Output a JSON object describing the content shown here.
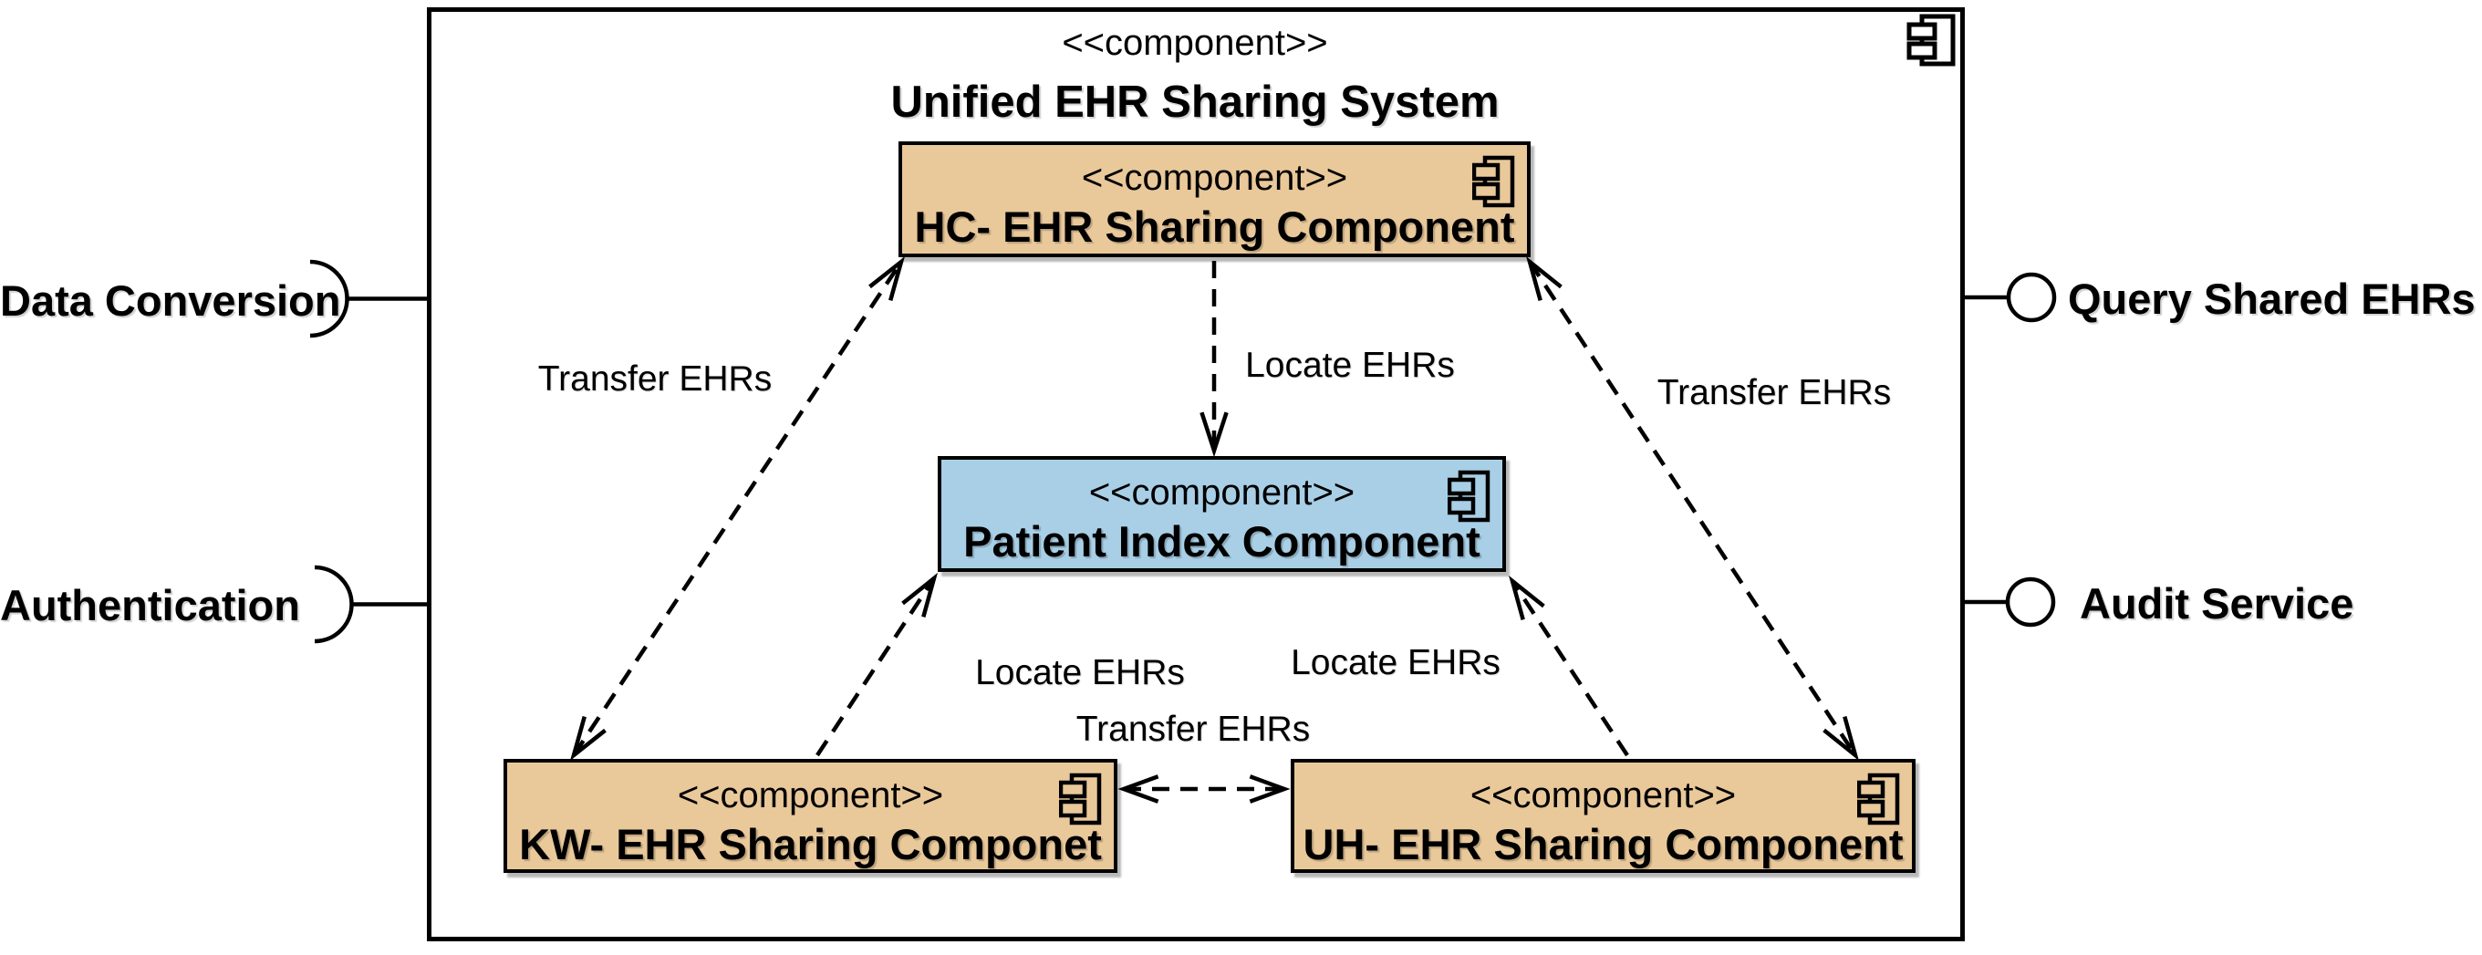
{
  "colors": {
    "component_fill": "#e9c89a",
    "index_fill": "#a8cfe6",
    "stroke": "#000000",
    "background": "#ffffff"
  },
  "system": {
    "stereotype": "<<component>>",
    "name": "Unified EHR Sharing System"
  },
  "components": {
    "hc": {
      "stereotype": "<<component>>",
      "name": "HC- EHR Sharing Component"
    },
    "patient_index": {
      "stereotype": "<<component>>",
      "name": "Patient Index Component"
    },
    "kw": {
      "stereotype": "<<component>>",
      "name": "KW- EHR Sharing Componet"
    },
    "uh": {
      "stereotype": "<<component>>",
      "name": "UH- EHR Sharing Component"
    }
  },
  "interfaces": {
    "data_conversion": {
      "label": "Data Conversion",
      "kind": "required-socket"
    },
    "authentication": {
      "label": "Authentication",
      "kind": "required-socket"
    },
    "query_shared_ehrs": {
      "label": "Query Shared EHRs",
      "kind": "provided-ball"
    },
    "audit_service": {
      "label": "Audit Service",
      "kind": "provided-ball"
    }
  },
  "connectors": {
    "transfer_left": {
      "label": "Transfer EHRs",
      "from": "KW- EHR Sharing Componet",
      "to": "HC- EHR Sharing Component",
      "style": "dashed-double-arrow"
    },
    "locate_top": {
      "label": "Locate EHRs",
      "from": "HC- EHR Sharing Component",
      "to": "Patient Index Component",
      "style": "dashed-arrow"
    },
    "transfer_right": {
      "label": "Transfer EHRs",
      "from": "UH- EHR Sharing Component",
      "to": "HC- EHR Sharing Component",
      "style": "dashed-double-arrow"
    },
    "locate_bottom_left": {
      "label": "Locate EHRs",
      "from": "KW- EHR Sharing Componet",
      "to": "Patient Index Component",
      "style": "dashed-arrow"
    },
    "locate_bottom_right": {
      "label": "Locate EHRs",
      "from": "UH- EHR Sharing Component",
      "to": "Patient Index Component",
      "style": "dashed-arrow"
    },
    "transfer_bottom": {
      "label": "Transfer EHRs",
      "from": "KW- EHR Sharing Componet",
      "to": "UH- EHR Sharing Component",
      "style": "dashed-double-arrow"
    }
  }
}
